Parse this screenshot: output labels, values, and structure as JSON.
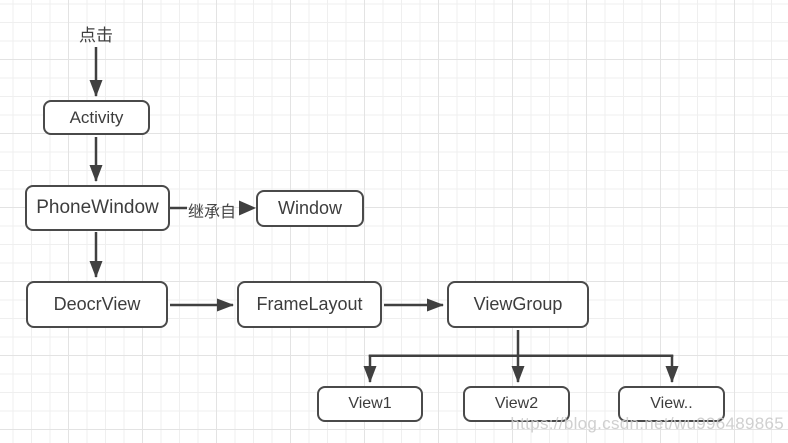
{
  "diagram": {
    "title": "Android view hierarchy flowchart",
    "click_label": "点击",
    "inherit_label": "继承自",
    "nodes": {
      "activity": {
        "label": "Activity"
      },
      "phone_window": {
        "label": "PhoneWindow"
      },
      "window": {
        "label": "Window"
      },
      "deocr_view": {
        "label": "DeocrView"
      },
      "frame_layout": {
        "label": "FrameLayout"
      },
      "view_group": {
        "label": "ViewGroup"
      },
      "view1": {
        "label": "View1"
      },
      "view2": {
        "label": "View2"
      },
      "view_more": {
        "label": "View.."
      }
    },
    "edges": [
      {
        "from": "click-label",
        "to": "activity",
        "label": ""
      },
      {
        "from": "activity",
        "to": "phone_window",
        "label": ""
      },
      {
        "from": "phone_window",
        "to": "window",
        "label": "继承自"
      },
      {
        "from": "phone_window",
        "to": "deocr_view",
        "label": ""
      },
      {
        "from": "deocr_view",
        "to": "frame_layout",
        "label": ""
      },
      {
        "from": "frame_layout",
        "to": "view_group",
        "label": ""
      },
      {
        "from": "view_group",
        "to": "view1",
        "label": ""
      },
      {
        "from": "view_group",
        "to": "view2",
        "label": ""
      },
      {
        "from": "view_group",
        "to": "view_more",
        "label": ""
      }
    ],
    "colors": {
      "node_border": "#4a4a4a",
      "node_fill": "#ffffff",
      "node_text": "#3d3d3d",
      "arrow": "#404040",
      "grid_minor": "#efefef",
      "grid_major": "#e3e3e3",
      "background": "#ffffff",
      "watermark": "#c9c9c9"
    }
  },
  "watermark": {
    "text": "https://blog.csdn.net/wu996489865"
  }
}
